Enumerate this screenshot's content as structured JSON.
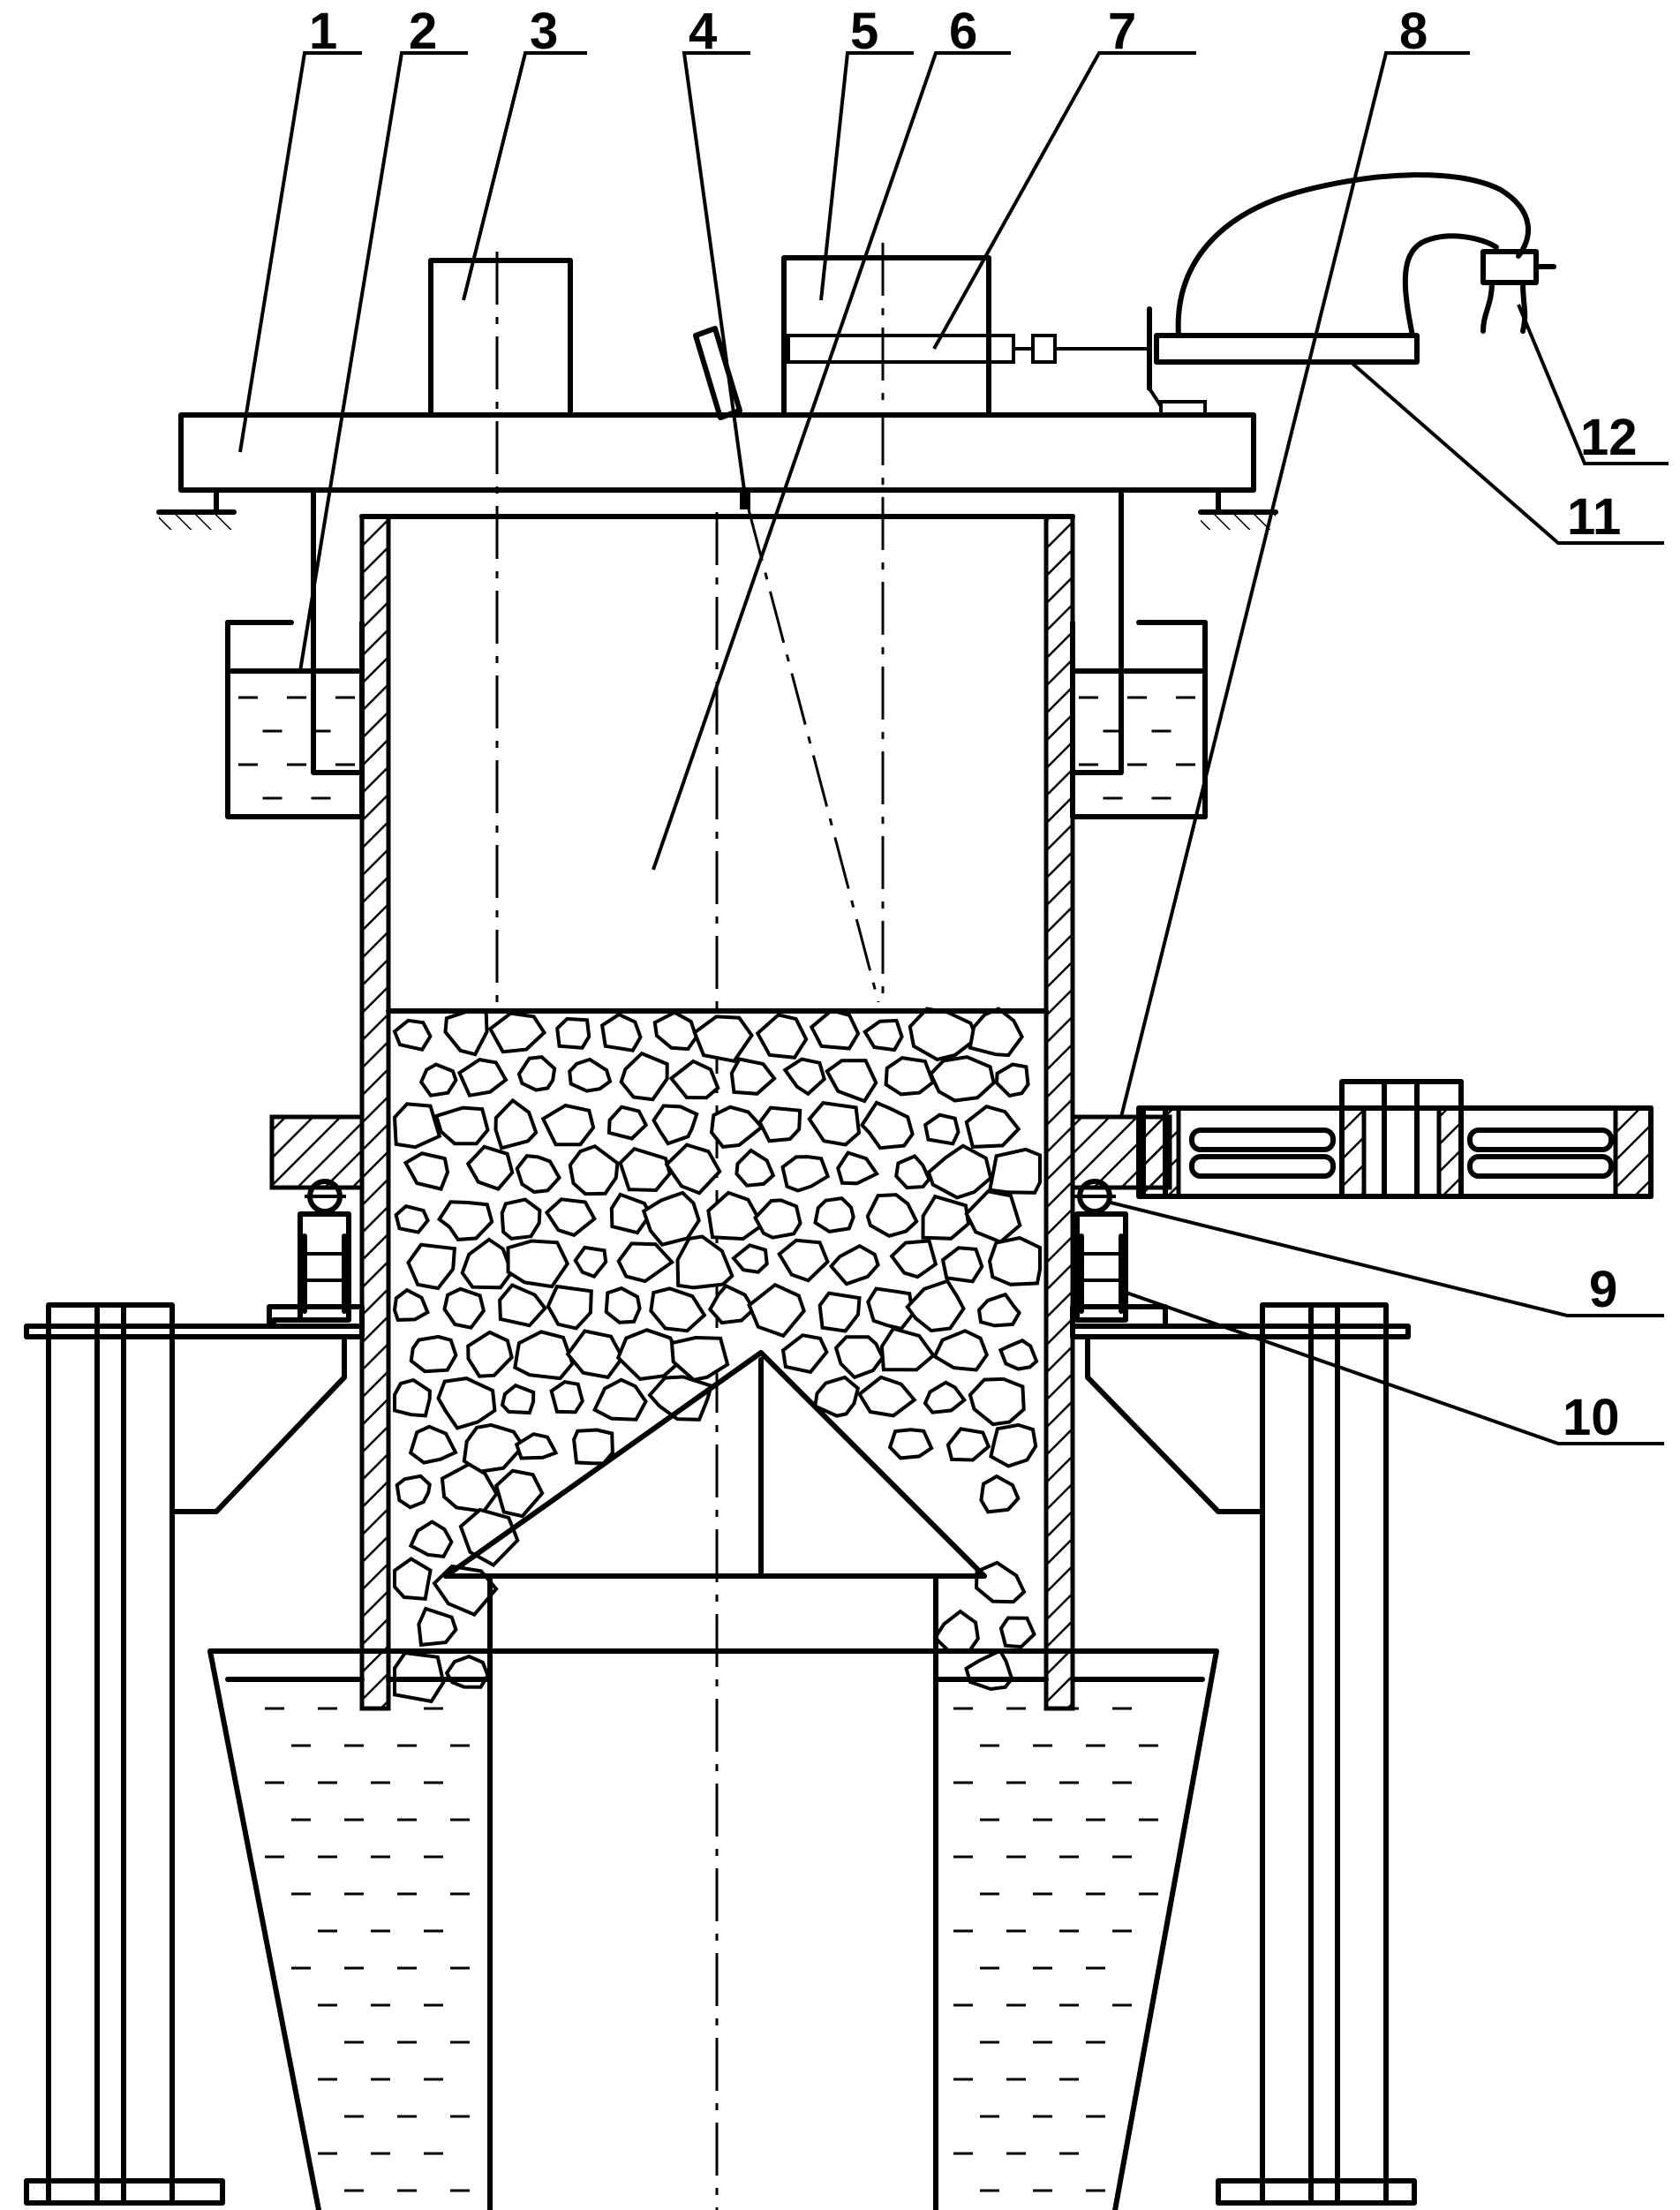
{
  "labels": [
    {
      "id": "1",
      "text": "1"
    },
    {
      "id": "2",
      "text": "2"
    },
    {
      "id": "3",
      "text": "3"
    },
    {
      "id": "4",
      "text": "4"
    },
    {
      "id": "5",
      "text": "5"
    },
    {
      "id": "6",
      "text": "6"
    },
    {
      "id": "7",
      "text": "7"
    },
    {
      "id": "8",
      "text": "8"
    },
    {
      "id": "9",
      "text": "9"
    },
    {
      "id": "10",
      "text": "10"
    },
    {
      "id": "11",
      "text": "11"
    },
    {
      "id": "12",
      "text": "12"
    }
  ],
  "colors": {
    "ink": "#000000",
    "background": "#ffffff"
  }
}
